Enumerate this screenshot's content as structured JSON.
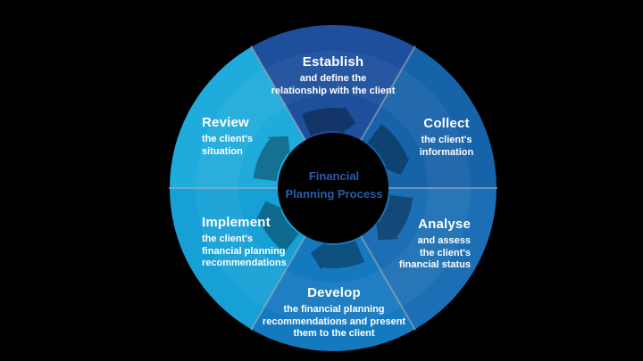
{
  "background_color": "#000000",
  "divider_color": "rgba(165,175,185,0.6)",
  "center": {
    "line1": "Financial",
    "line2": "Planning Process",
    "text_color": "#2B5BA9"
  },
  "segments": [
    {
      "id": "establish",
      "label": "Establish",
      "desc_lines": [
        "and define the",
        "relationship with the client"
      ],
      "color": "#1D4F9C"
    },
    {
      "id": "collect",
      "label": "Collect",
      "desc_lines": [
        "the client's",
        "information"
      ],
      "color": "#1763A9"
    },
    {
      "id": "analyse",
      "label": "Analyse",
      "desc_lines": [
        "and assess",
        "the client's",
        "financial status"
      ],
      "color": "#1C6FB5"
    },
    {
      "id": "develop",
      "label": "Develop",
      "desc_lines": [
        "the financial planning",
        "recommendations and present",
        "them to the client"
      ],
      "color": "#1579BF"
    },
    {
      "id": "implement",
      "label": "Implement",
      "desc_lines": [
        "the client's",
        "financial planning",
        "recommendations"
      ],
      "color": "#16A0D5"
    },
    {
      "id": "review",
      "label": "Review",
      "desc_lines": [
        "the client's",
        "situation"
      ],
      "color": "#1FABDC"
    }
  ]
}
